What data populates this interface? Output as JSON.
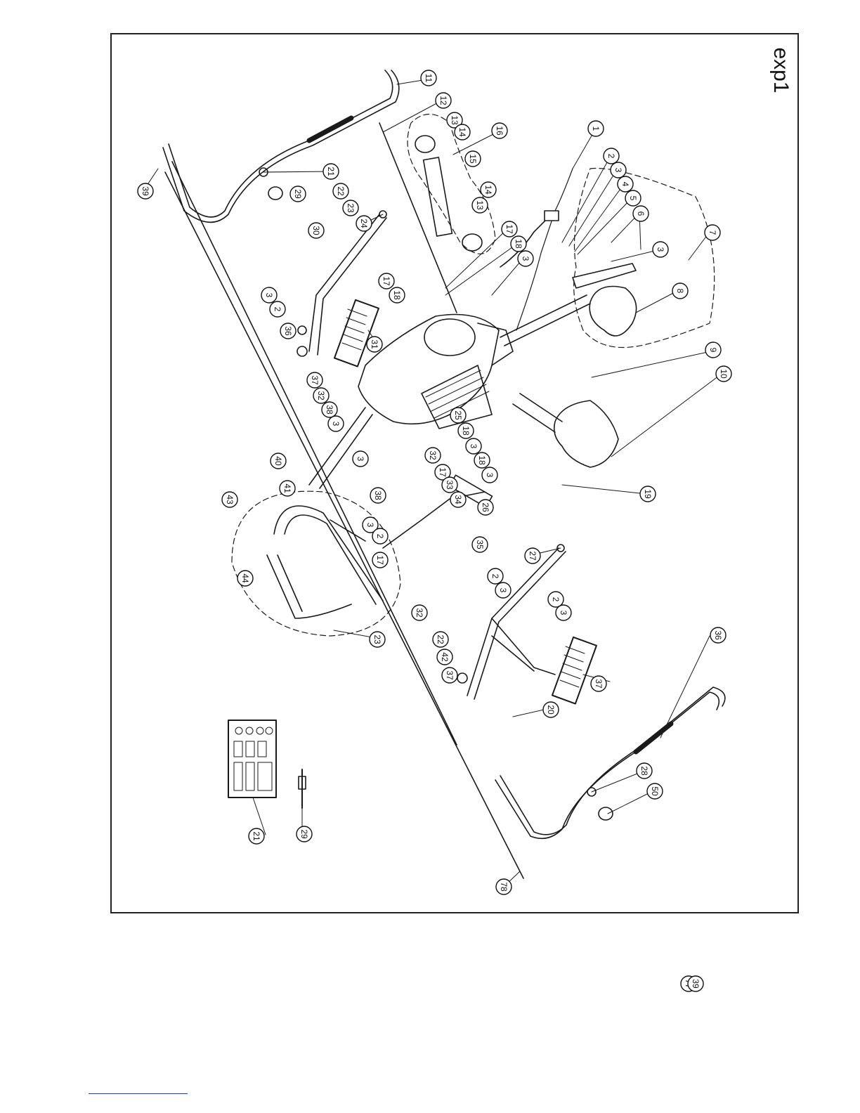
{
  "diagram": {
    "title": "exp1",
    "callouts": [
      {
        "n": "1"
      },
      {
        "n": "2"
      },
      {
        "n": "3"
      },
      {
        "n": "4"
      },
      {
        "n": "5"
      },
      {
        "n": "6"
      },
      {
        "n": "3"
      },
      {
        "n": "7"
      },
      {
        "n": "8"
      },
      {
        "n": "9"
      },
      {
        "n": "10"
      },
      {
        "n": "11"
      },
      {
        "n": "12"
      },
      {
        "n": "13"
      },
      {
        "n": "14"
      },
      {
        "n": "15"
      },
      {
        "n": "16"
      },
      {
        "n": "14"
      },
      {
        "n": "13"
      },
      {
        "n": "17"
      },
      {
        "n": "18"
      },
      {
        "n": "3"
      },
      {
        "n": "21"
      },
      {
        "n": "29"
      },
      {
        "n": "22"
      },
      {
        "n": "23"
      },
      {
        "n": "24"
      },
      {
        "n": "39"
      },
      {
        "n": "30"
      },
      {
        "n": "3"
      },
      {
        "n": "2"
      },
      {
        "n": "17"
      },
      {
        "n": "18"
      },
      {
        "n": "36"
      },
      {
        "n": "31"
      },
      {
        "n": "37"
      },
      {
        "n": "32"
      },
      {
        "n": "38"
      },
      {
        "n": "3"
      },
      {
        "n": "25"
      },
      {
        "n": "18"
      },
      {
        "n": "3"
      },
      {
        "n": "18"
      },
      {
        "n": "3"
      },
      {
        "n": "40"
      },
      {
        "n": "3"
      },
      {
        "n": "32"
      },
      {
        "n": "17"
      },
      {
        "n": "41"
      },
      {
        "n": "38"
      },
      {
        "n": "33"
      },
      {
        "n": "34"
      },
      {
        "n": "43"
      },
      {
        "n": "3"
      },
      {
        "n": "2"
      },
      {
        "n": "26"
      },
      {
        "n": "35"
      },
      {
        "n": "19"
      },
      {
        "n": "2"
      },
      {
        "n": "3"
      },
      {
        "n": "17"
      },
      {
        "n": "32"
      },
      {
        "n": "44"
      },
      {
        "n": "27"
      },
      {
        "n": "2"
      },
      {
        "n": "3"
      },
      {
        "n": "23"
      },
      {
        "n": "22"
      },
      {
        "n": "42"
      },
      {
        "n": "37"
      },
      {
        "n": "36"
      },
      {
        "n": "37"
      },
      {
        "n": "20"
      },
      {
        "n": "28"
      },
      {
        "n": "50"
      },
      {
        "n": "21"
      },
      {
        "n": "29"
      },
      {
        "n": "78"
      },
      {
        "n": "77"
      },
      {
        "n": "39"
      }
    ]
  }
}
